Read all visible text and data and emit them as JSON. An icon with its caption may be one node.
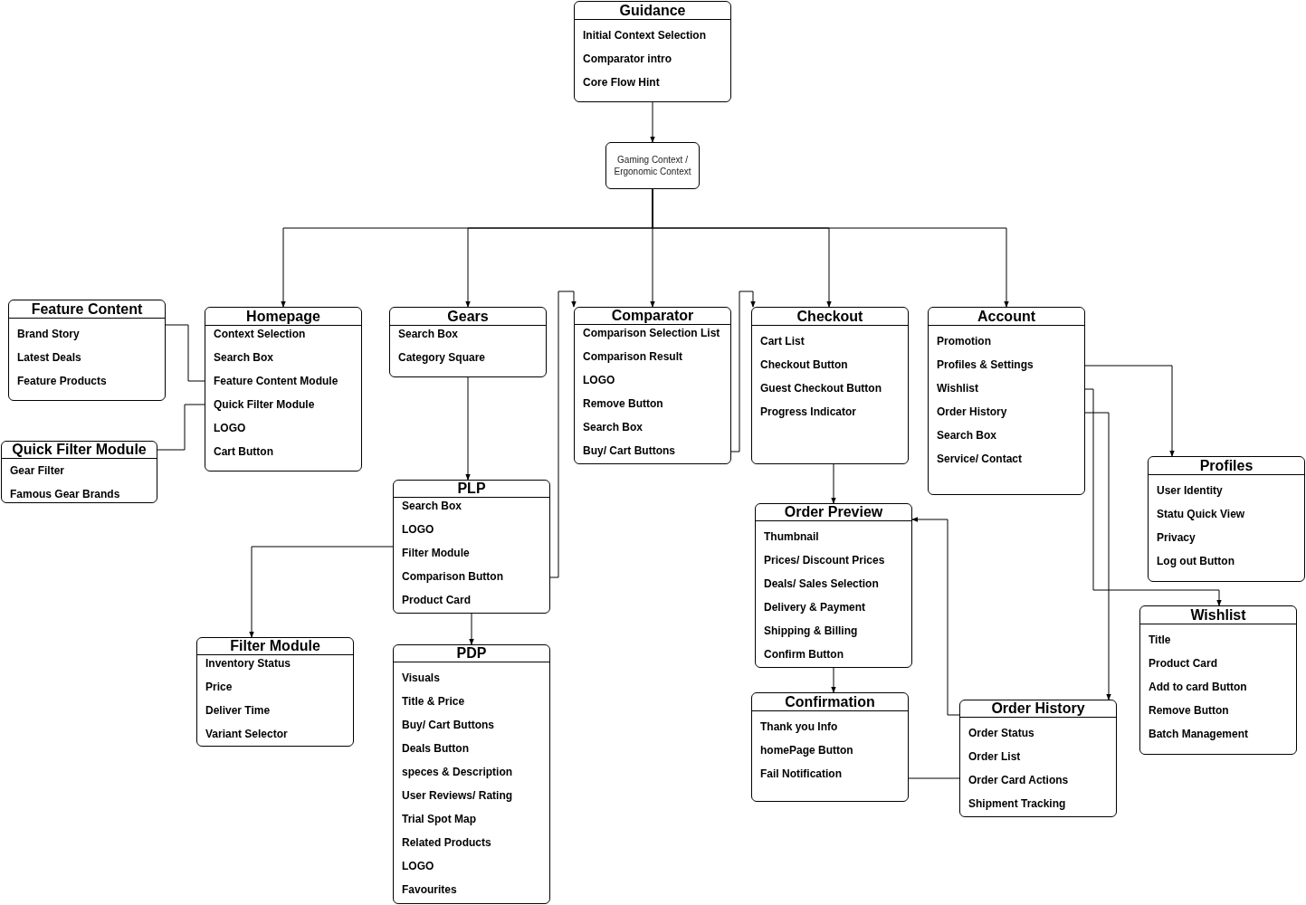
{
  "diagram": {
    "nodes": [
      {
        "text": [
          "Guidance",
          "Initial Context Selection",
          "Comparator intro",
          "Core Flow Hint"
        ]
      },
      {
        "text": [
          "Gaming Context / Ergonomic Context"
        ]
      },
      {
        "text": [
          "Feature Content",
          "Brand Story",
          "Latest Deals",
          "Feature Products"
        ]
      },
      {
        "text": [
          "Homepage",
          "Context Selection",
          "Search  Box",
          "Feature Content Module",
          "Quick Filter Module",
          "LOGO",
          "Cart Button"
        ]
      },
      {
        "text": [
          "Quick Filter Module",
          "Gear Filter",
          "Famous Gear Brands"
        ]
      },
      {
        "text": [
          "Gears",
          "Search  Box",
          "Category Square"
        ]
      },
      {
        "text": [
          "Comparator",
          "Comparison Selection List",
          "Comparison Result",
          "LOGO",
          "Remove Button",
          "Search  Box",
          "Buy/ Cart Buttons"
        ]
      },
      {
        "text": [
          "Checkout",
          "Cart List",
          "Checkout Button",
          "Guest Checkout Button",
          "Progress Indicator"
        ]
      },
      {
        "text": [
          "Account",
          "Promotion",
          "Profiles & Settings",
          "Wishlist",
          "Order History",
          "Search  Box",
          "Service/ Contact"
        ]
      },
      {
        "text": [
          "PLP",
          "Search  Box",
          "LOGO",
          "Filter Module",
          "Comparison Button",
          "Product Card"
        ]
      },
      {
        "text": [
          "Filter Module",
          "Inventory Status",
          "Price",
          "Deliver Time",
          "Variant Selector"
        ]
      },
      {
        "text": [
          "PDP",
          "Visuals",
          "Title & Price",
          "Buy/ Cart Buttons",
          "Deals Button",
          "speces & Description",
          "User Reviews/ Rating",
          "Trial Spot Map",
          "Related Products",
          "LOGO",
          "Favourites"
        ]
      },
      {
        "text": [
          "Order Preview",
          "Thumbnail",
          "Prices/ Discount Prices",
          "Deals/ Sales Selection",
          "Delivery & Payment",
          "Shipping & Billing",
          "Confirm Button"
        ]
      },
      {
        "text": [
          "Confirmation",
          "Thank you Info",
          "homePage Button",
          "Fail Notification"
        ]
      },
      {
        "text": [
          "Order History",
          "Order Status",
          "Order List",
          "Order Card Actions",
          "Shipment Tracking"
        ]
      },
      {
        "text": [
          "Profiles",
          "User Identity",
          "Statu Quick View",
          "Privacy",
          "Log out Button"
        ]
      },
      {
        "text": [
          "Wishlist",
          "Title",
          "Product Card",
          "Add to card Button",
          "Remove Button",
          "Batch Management"
        ]
      }
    ],
    "edges": [
      {
        "from": 0,
        "to": 1,
        "arrow": "to"
      },
      {
        "from": 1,
        "to": 3,
        "arrow": "to"
      },
      {
        "from": 1,
        "to": 5,
        "arrow": "to"
      },
      {
        "from": 1,
        "to": 6,
        "arrow": "to"
      },
      {
        "from": 1,
        "to": 7,
        "arrow": "to"
      },
      {
        "from": 1,
        "to": 8,
        "arrow": "to"
      },
      {
        "from": 3,
        "to": 2,
        "arrow": "none"
      },
      {
        "from": 3,
        "to": 4,
        "arrow": "none"
      },
      {
        "from": 5,
        "to": 9,
        "arrow": "to"
      },
      {
        "from": 9,
        "to": 10,
        "arrow": "to"
      },
      {
        "from": 9,
        "to": 11,
        "arrow": "to"
      },
      {
        "from": 9,
        "to": 6,
        "arrow": "to"
      },
      {
        "from": 6,
        "to": 7,
        "arrow": "to"
      },
      {
        "from": 7,
        "to": 12,
        "arrow": "to"
      },
      {
        "from": 12,
        "to": 13,
        "arrow": "to"
      },
      {
        "from": 8,
        "to": 15,
        "arrow": "to"
      },
      {
        "from": 8,
        "to": 16,
        "arrow": "to"
      },
      {
        "from": 8,
        "to": 14,
        "arrow": "to"
      },
      {
        "from": 14,
        "to": 12,
        "arrow": "to"
      },
      {
        "from": 14,
        "to": 13,
        "arrow": "none"
      }
    ]
  }
}
